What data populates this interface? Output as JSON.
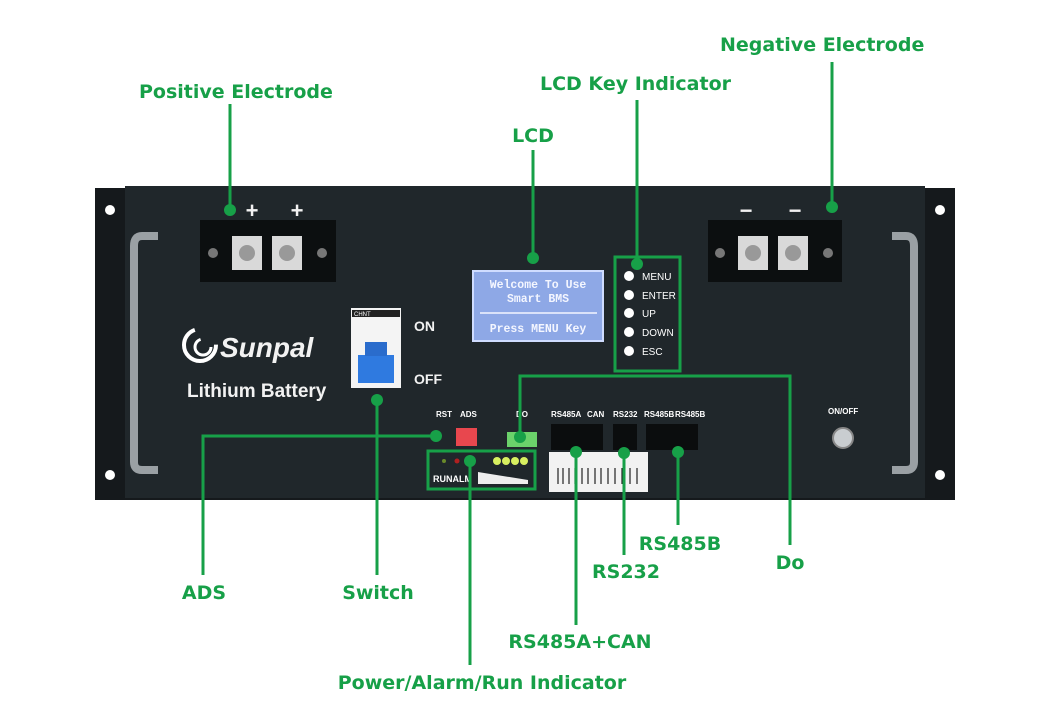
{
  "callouts": {
    "positive_electrode": "Positive Electrode",
    "negative_electrode": "Negative Electrode",
    "lcd_key_indicator": "LCD Key Indicator",
    "lcd": "LCD",
    "ads": "ADS",
    "switch": "Switch",
    "power_indicator": "Power/Alarm/Run Indicator",
    "rs485a_can": "RS485A+CAN",
    "rs232": "RS232",
    "rs485b": "RS485B",
    "do": "Do"
  },
  "panel": {
    "brand": "Sunpal",
    "product": "Lithium Battery",
    "plus": "+",
    "minus": "−",
    "lcd_line1": "Welcome To Use",
    "lcd_line2": "Smart BMS",
    "lcd_line3": "Press MENU Key",
    "keys": [
      "MENU",
      "ENTER",
      "UP",
      "DOWN",
      "ESC"
    ],
    "breaker_brand": "CHNT",
    "on": "ON",
    "off": "OFF",
    "rst": "RST",
    "ads": "ADS",
    "do": "DO",
    "ports": [
      "RS485A",
      "CAN",
      "RS232",
      "RS485B",
      "RS485B"
    ],
    "run_alm": "RUNALM",
    "power_button": "ON/OFF"
  },
  "colors": {
    "accent": "#17a048",
    "panel": "#1f262a",
    "lcd": "#8ea8e6"
  }
}
